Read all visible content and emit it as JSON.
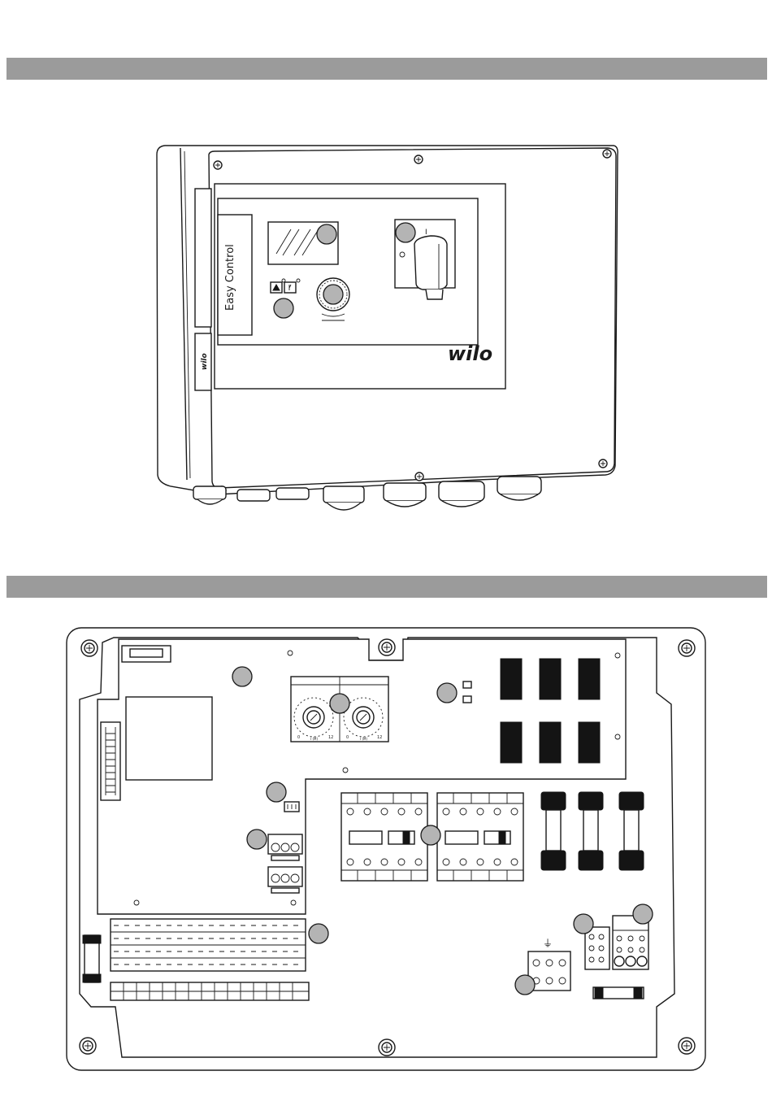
{
  "figure1": {
    "product_label": "Easy Control",
    "brand_logo": "wilo",
    "side_logo": "wilo",
    "switch_mark": "I"
  },
  "figure2": {
    "pot_left_label": "I (M)",
    "pot_right_label": "I (M)",
    "pot_min": "0",
    "pot_max": "12",
    "earth_symbol": "⏚"
  },
  "colors": {
    "section_bar": "#9b9b9b",
    "callout_fill": "#b4b4b4",
    "line": "#1a1a1a"
  },
  "icons": [
    "screw-icon",
    "warning-triangle-icon",
    "alarm-bell-icon",
    "rotary-knob-icon",
    "main-switch-icon",
    "fuse-icon",
    "relay-icon",
    "contactor-icon",
    "terminal-block-icon"
  ]
}
